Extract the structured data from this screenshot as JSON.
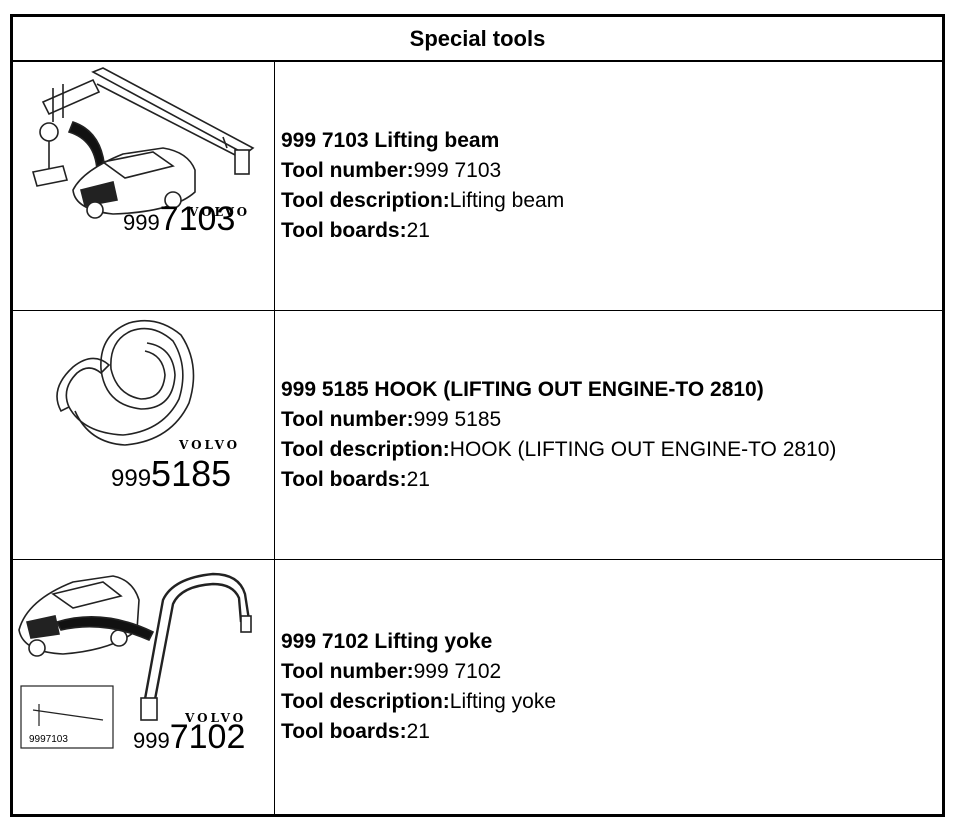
{
  "header": {
    "title": "Special tools"
  },
  "tools": [
    {
      "heading": "999 7103 Lifting beam",
      "number_label": "Tool number:",
      "number": "999 7103",
      "description_label": "Tool description:",
      "description": "Lifting beam",
      "boards_label": "Tool boards:",
      "boards": "21",
      "image": {
        "brand": "VOLVO",
        "prefix": "999",
        "suffix": "7103",
        "icon": "lifting-beam-illustration"
      }
    },
    {
      "heading": "999 5185 HOOK (LIFTING OUT ENGINE-TO 2810)",
      "number_label": "Tool number:",
      "number": "999 5185",
      "description_label": "Tool description:",
      "description": "HOOK (LIFTING OUT ENGINE-TO 2810)",
      "boards_label": "Tool boards:",
      "boards": "21",
      "image": {
        "brand": "VOLVO",
        "prefix": "999",
        "suffix": "5185",
        "icon": "hook-illustration"
      }
    },
    {
      "heading": "999 7102 Lifting yoke",
      "number_label": "Tool number:",
      "number": "999 7102",
      "description_label": "Tool description:",
      "description": "Lifting yoke",
      "boards_label": "Tool boards:",
      "boards": "21",
      "image": {
        "brand": "VOLVO",
        "prefix": "999",
        "suffix": "7102",
        "inset_label": "9997103",
        "icon": "lifting-yoke-illustration"
      }
    }
  ]
}
